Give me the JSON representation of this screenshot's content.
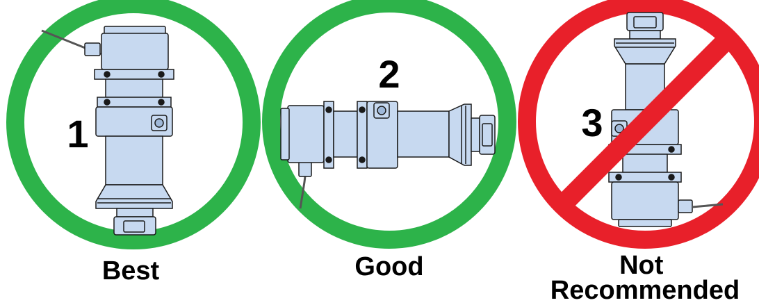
{
  "orientations": [
    {
      "number": "1",
      "caption": "Best",
      "status": "recommended",
      "ring_color": "#2db34a"
    },
    {
      "number": "2",
      "caption": "Good",
      "status": "acceptable",
      "ring_color": "#2db34a"
    },
    {
      "number": "3",
      "caption_lines": [
        "Not",
        "Recommended"
      ],
      "status": "not-recommended",
      "ring_color": "#e8202a"
    }
  ],
  "colors": {
    "device_fill": "#c7d9f0",
    "device_stroke": "#1a1a1a",
    "cable": "#555555"
  },
  "icons": [
    "mounting-orientation-vertical-up",
    "mounting-orientation-horizontal",
    "mounting-orientation-vertical-down",
    "prohibited-slash"
  ]
}
